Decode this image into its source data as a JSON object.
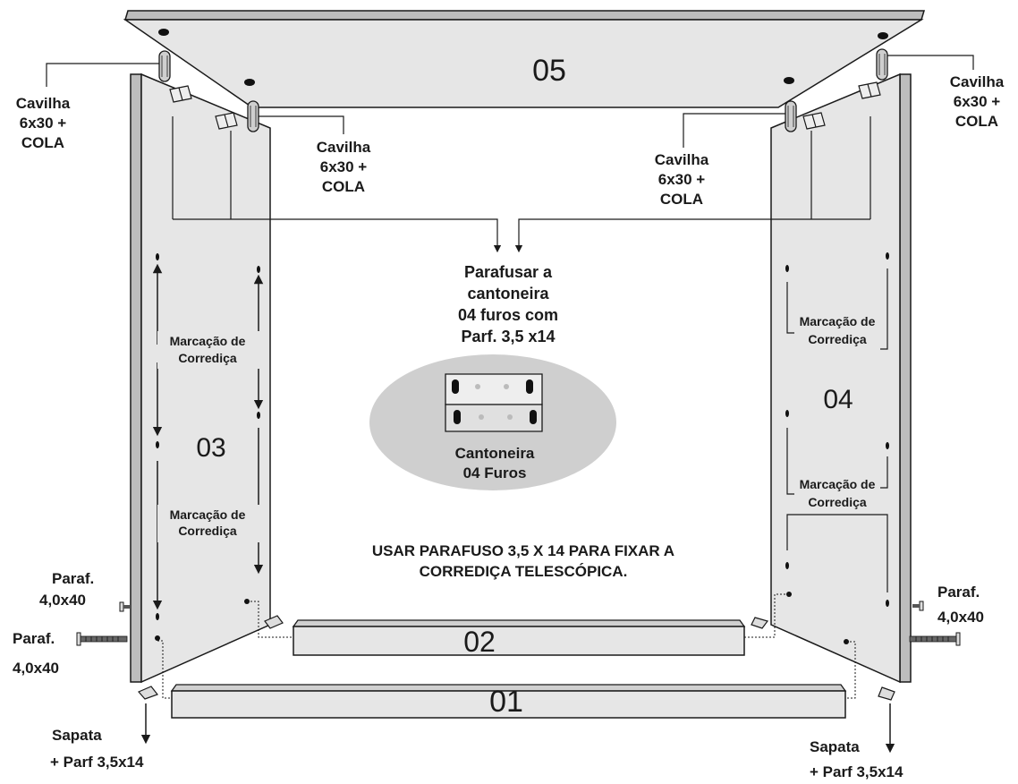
{
  "parts": {
    "p05": "05",
    "p03": "03",
    "p04": "04",
    "p02": "02",
    "p01": "01"
  },
  "dowel_label": [
    "Cavilha",
    "6x30 +",
    "COLA"
  ],
  "screw_bracket_note": [
    "Parafusar a",
    "cantoneira",
    "04 furos com",
    "Parf. 3,5 x14"
  ],
  "bracket_label": [
    "Cantoneira",
    "04 Furos"
  ],
  "slide_mark": [
    "Marcação de",
    "Corrediça"
  ],
  "screw_slide_note": [
    "USAR PARAFUSO 3,5 X 14 PARA FIXAR A",
    "CORREDIÇA TELESCÓPICA."
  ],
  "screw_label": [
    "Paraf.",
    "4,0x40"
  ],
  "foot_label": [
    "Sapata",
    "+ Parf 3,5x14"
  ],
  "colors": {
    "panel": "#e6e6e6",
    "outline": "#1a1a1a",
    "bubble": "#cfcfcf"
  }
}
